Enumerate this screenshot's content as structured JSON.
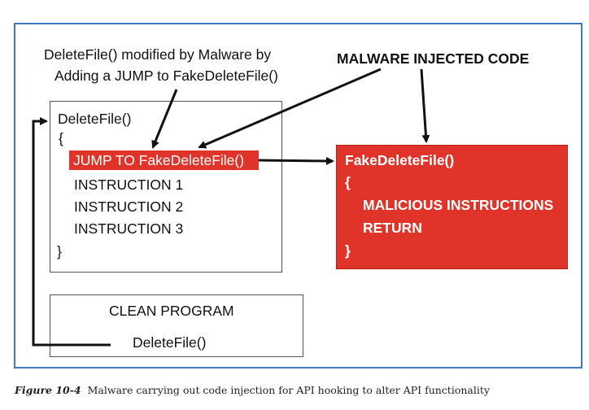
{
  "annotation_left": {
    "line1": "DeleteFile() modified by Malware by",
    "line2": "Adding a JUMP to FakeDeleteFile()"
  },
  "annotation_right": "MALWARE INJECTED CODE",
  "delete_box": {
    "header": "DeleteFile()",
    "open_brace": "{",
    "jump": "JUMP TO FakeDeleteFile()",
    "instr1": "INSTRUCTION 1",
    "instr2": "INSTRUCTION 2",
    "instr3": "INSTRUCTION 3",
    "close_brace": "}"
  },
  "fake_box": {
    "header": "FakeDeleteFile()",
    "open_brace": "{",
    "malicious": "MALICIOUS INSTRUCTIONS",
    "ret": "RETURN",
    "close_brace": "}"
  },
  "clean_box": {
    "title": "CLEAN PROGRAM",
    "call": "DeleteFile()"
  },
  "caption": {
    "figure": "Figure 10-4",
    "text": "Malware carrying out code injection for API hooking to alter API functionality"
  },
  "colors": {
    "frame": "#3f78c4",
    "malware_red": "#e0342a",
    "arrow": "#111111"
  }
}
